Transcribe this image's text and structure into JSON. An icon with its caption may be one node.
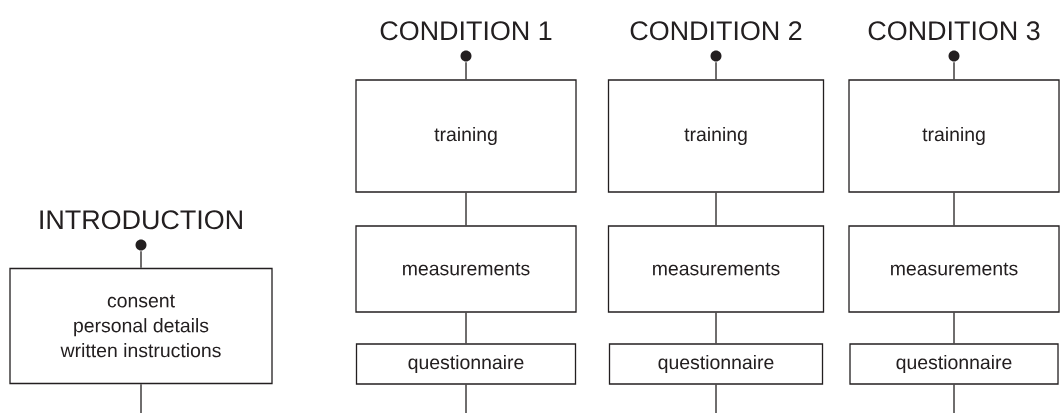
{
  "diagram": {
    "nodes": [
      {
        "text": [],
        "shape": "circle",
        "beside": [
          "INTRODUCTION"
        ]
      },
      {
        "text": [
          "consent",
          "personal details",
          "written instructions"
        ]
      },
      {
        "text": [],
        "shape": "circle",
        "beside": [
          "CONDITION 1"
        ]
      },
      {
        "text": [
          "training"
        ]
      },
      {
        "text": [
          "measurements"
        ]
      },
      {
        "text": [
          "questionnaire"
        ]
      },
      {
        "text": [],
        "shape": "circle",
        "beside": [
          "CONDITION 2"
        ]
      },
      {
        "text": [
          "training"
        ]
      },
      {
        "text": [
          "measurements"
        ]
      },
      {
        "text": [
          "questionnaire"
        ]
      },
      {
        "text": [],
        "shape": "circle",
        "beside": [
          "CONDITION 3"
        ]
      },
      {
        "text": [
          "training"
        ]
      },
      {
        "text": [
          "measurements"
        ]
      },
      {
        "text": [
          "questionnaire"
        ]
      }
    ],
    "edges": [
      {
        "from": 0,
        "to": 1,
        "arrow": "none"
      },
      {
        "from": 1,
        "to": null,
        "arrow": "none"
      },
      {
        "from": 2,
        "to": 3,
        "arrow": "none"
      },
      {
        "from": 3,
        "to": 4,
        "arrow": "none"
      },
      {
        "from": 4,
        "to": 5,
        "arrow": "none"
      },
      {
        "from": 5,
        "to": null,
        "arrow": "none"
      },
      {
        "from": 6,
        "to": 7,
        "arrow": "none"
      },
      {
        "from": 7,
        "to": 8,
        "arrow": "none"
      },
      {
        "from": 8,
        "to": 9,
        "arrow": "none"
      },
      {
        "from": 9,
        "to": null,
        "arrow": "none"
      },
      {
        "from": 10,
        "to": 11,
        "arrow": "none"
      },
      {
        "from": 11,
        "to": 12,
        "arrow": "none"
      },
      {
        "from": 12,
        "to": 13,
        "arrow": "none"
      },
      {
        "from": 13,
        "to": null,
        "arrow": "none"
      }
    ]
  }
}
